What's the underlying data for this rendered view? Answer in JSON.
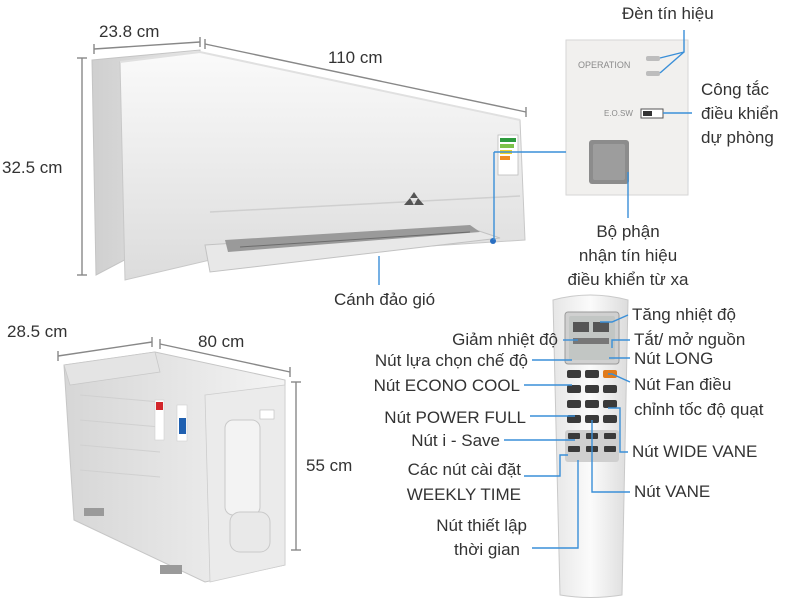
{
  "dimensions": {
    "indoor_depth": "23.8 cm",
    "indoor_width": "110 cm",
    "indoor_height": "32.5 cm",
    "outdoor_depth": "28.5 cm",
    "outdoor_width": "80 cm",
    "outdoor_height": "55 cm"
  },
  "indoor_labels": {
    "signal_light": "Đèn tín hiệu",
    "operation_text": "OPERATION",
    "eosw_text": "E.O.SW",
    "backup_switch": [
      "Công tắc",
      "điều khiển",
      "dự phòng"
    ],
    "remote_receiver": [
      "Bộ phận",
      "nhận tín hiệu",
      "điều khiển từ xa"
    ],
    "louver": "Cánh đảo gió"
  },
  "remote_labels_left": {
    "temp_down": "Giảm nhiệt độ",
    "mode_select": "Nút lựa chọn chế độ",
    "econo_cool": "Nút ECONO COOL",
    "power_full": "Nút POWER FULL",
    "i_save": "Nút i - Save",
    "weekly_time": [
      "Các nút cài đặt",
      "WEEKLY TIME"
    ],
    "timer_set": [
      "Nút thiết lập",
      "thời gian"
    ]
  },
  "remote_labels_right": {
    "temp_up": "Tăng nhiệt độ",
    "on_off": "Tắt/ mở nguồn",
    "long": "Nút LONG",
    "fan_speed": [
      "Nút Fan điều",
      "chỉnh tốc độ quạt"
    ],
    "wide_vane": "Nút WIDE VANE",
    "vane": "Nút VANE"
  },
  "colors": {
    "callout_line": "#3a8fd8",
    "dimension_line": "#888888",
    "unit_body": "#eeeeee",
    "brand_red": "#d2262b"
  }
}
